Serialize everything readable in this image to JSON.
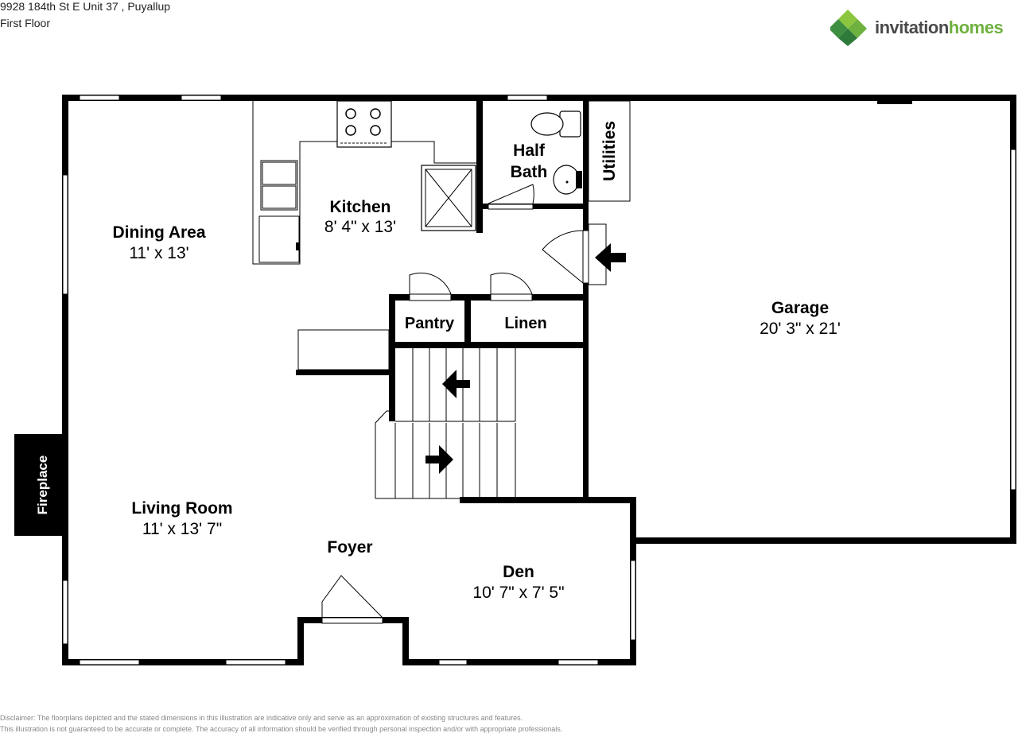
{
  "header": {
    "address": "9928 184th St E Unit 37 , Puyallup",
    "floor": "First Floor"
  },
  "brand": {
    "name_part1": "invitation",
    "name_part2": "homes",
    "colors": {
      "text": "#4a4a4a",
      "accent": "#6fb13f",
      "logo_dark": "#3e8e41",
      "logo_light": "#8cc63f"
    }
  },
  "rooms": {
    "dining": {
      "name": "Dining Area",
      "dims": "11' x 13'"
    },
    "kitchen": {
      "name": "Kitchen",
      "dims": "8' 4\" x 13'"
    },
    "half_bath": {
      "name_line1": "Half",
      "name_line2": "Bath"
    },
    "utilities": {
      "name": "Utilities"
    },
    "garage": {
      "name": "Garage",
      "dims": "20' 3\" x 21'"
    },
    "pantry": {
      "name": "Pantry"
    },
    "linen": {
      "name": "Linen"
    },
    "fireplace": {
      "name": "Fireplace"
    },
    "living": {
      "name": "Living Room",
      "dims": "11' x 13' 7\""
    },
    "foyer": {
      "name": "Foyer"
    },
    "den": {
      "name": "Den",
      "dims": "10' 7\" x 7' 5\""
    }
  },
  "disclaimer": {
    "line1": "Disclaimer: The floorplans depicted and the stated dimensions in this illustration are indicative only and serve as an approximation of existing structures and features.",
    "line2": "This illustration is not guaranteed to be accurate or complete. The accuracy of all information should be verified through personal inspection and/or with appropriate professionals."
  }
}
